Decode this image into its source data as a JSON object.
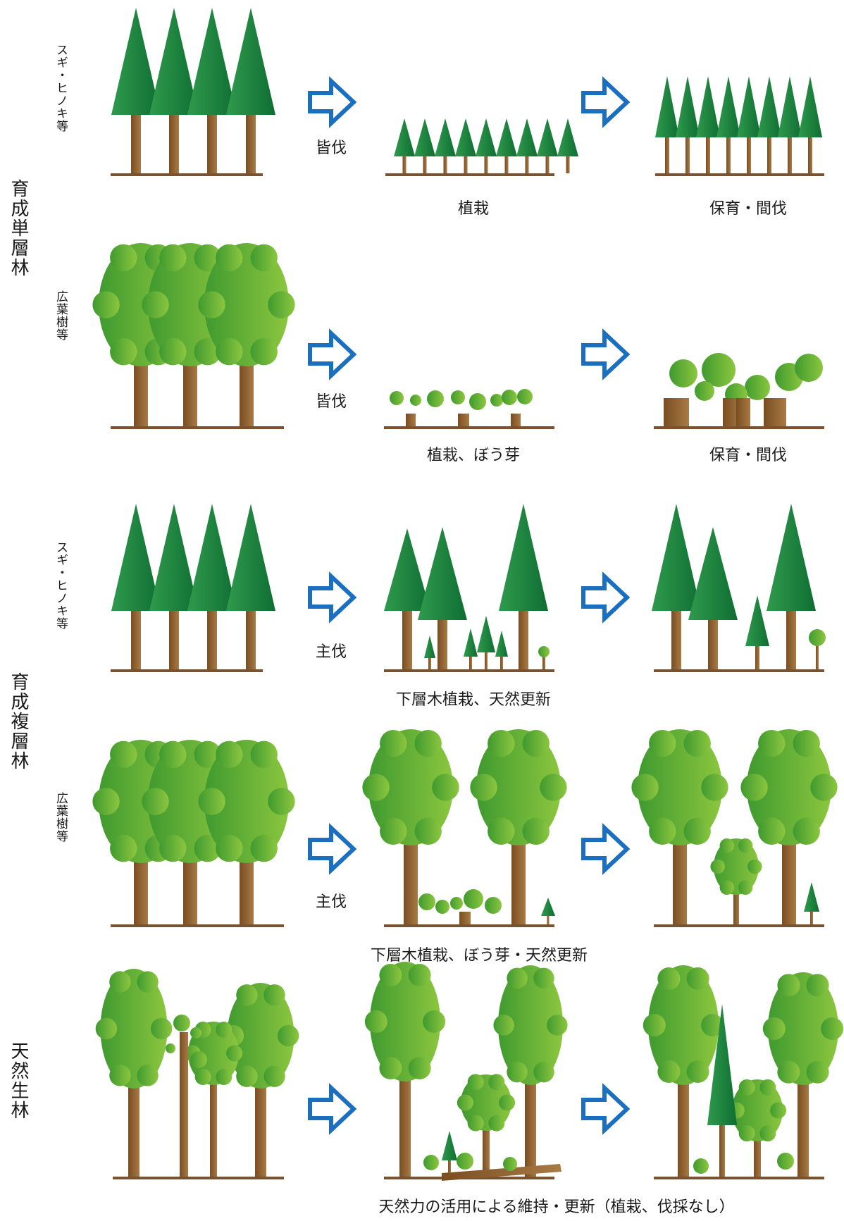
{
  "groups": {
    "single_layer": "育成単層林",
    "multi_layer": "育成複層林",
    "natural": "天然生林"
  },
  "rows": [
    {
      "species": "スギ・ヒノキ等",
      "action": "皆伐",
      "mid_caption": "植栽",
      "end_caption": "保育・間伐"
    },
    {
      "species": "広葉樹等",
      "action": "皆伐",
      "mid_caption": "植栽、ぼう芽",
      "end_caption": "保育・間伐"
    },
    {
      "species": "スギ・ヒノキ等",
      "action": "主伐",
      "mid_caption": "下層木植栽、天然更新",
      "end_caption": ""
    },
    {
      "species": "広葉樹等",
      "action": "主伐",
      "mid_caption": "下層木植栽、ぼう芽・天然更新",
      "end_caption": ""
    },
    {
      "species": "",
      "action": "",
      "mid_caption": "天然力の活用による維持・更新（植栽、伐採なし）",
      "end_caption": ""
    }
  ],
  "colors": {
    "conifer_dark": "#0f6e33",
    "conifer_light": "#2f9a4c",
    "broadleaf_dark": "#3f9a2f",
    "broadleaf_light": "#8cc63f",
    "trunk": "#8a5a2b",
    "ground": "#7a5230",
    "arrow": "#1b6fc0"
  },
  "icons": [
    "conifer-tree-icon",
    "broadleaf-tree-icon",
    "stump-icon",
    "fallen-log-icon",
    "right-arrow-icon"
  ]
}
